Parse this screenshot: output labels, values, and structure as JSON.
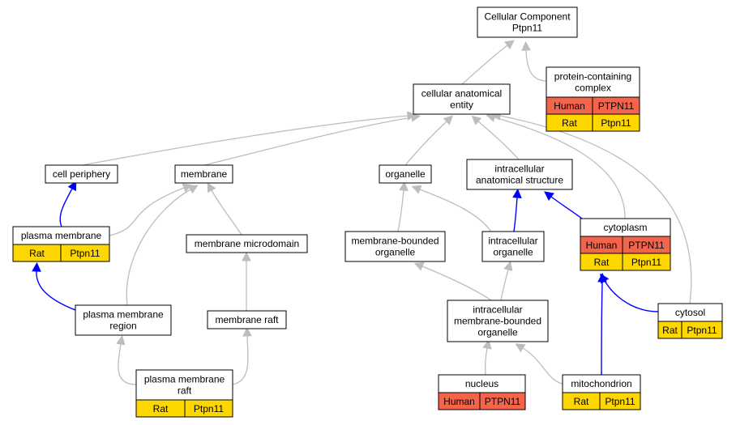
{
  "colors": {
    "human": "#f4644b",
    "rat": "#ffd700",
    "is_a_edge": "#bdbdbd",
    "part_of_edge": "#0000ff"
  },
  "nodes": {
    "root": {
      "lines": [
        "Cellular Component",
        "Ptpn11"
      ]
    },
    "protein_complex": {
      "lines": [
        "protein-containing",
        "complex"
      ],
      "annotations": [
        {
          "species": "Human",
          "gene": "PTPN11"
        },
        {
          "species": "Rat",
          "gene": "Ptpn11"
        }
      ]
    },
    "cae": {
      "lines": [
        "cellular anatomical",
        "entity"
      ]
    },
    "cell_periphery": {
      "lines": [
        "cell periphery"
      ]
    },
    "membrane": {
      "lines": [
        "membrane"
      ]
    },
    "organelle": {
      "lines": [
        "organelle"
      ]
    },
    "ias": {
      "lines": [
        "intracellular",
        "anatomical structure"
      ]
    },
    "plasma_membrane": {
      "lines": [
        "plasma membrane"
      ],
      "annotations": [
        {
          "species": "Rat",
          "gene": "Ptpn11"
        }
      ]
    },
    "membrane_microdomain": {
      "lines": [
        "membrane microdomain"
      ]
    },
    "mbo": {
      "lines": [
        "membrane-bounded",
        "organelle"
      ]
    },
    "io": {
      "lines": [
        "intracellular",
        "organelle"
      ]
    },
    "cytoplasm": {
      "lines": [
        "cytoplasm"
      ],
      "annotations": [
        {
          "species": "Human",
          "gene": "PTPN11"
        },
        {
          "species": "Rat",
          "gene": "Ptpn11"
        }
      ]
    },
    "pmr": {
      "lines": [
        "plasma membrane",
        "region"
      ]
    },
    "membrane_raft": {
      "lines": [
        "membrane raft"
      ]
    },
    "imbo": {
      "lines": [
        "intracellular",
        "membrane-bounded",
        "organelle"
      ]
    },
    "cytosol": {
      "lines": [
        "cytosol"
      ],
      "annotations": [
        {
          "species": "Rat",
          "gene": "Ptpn11"
        }
      ]
    },
    "pmraft": {
      "lines": [
        "plasma membrane",
        "raft"
      ],
      "annotations": [
        {
          "species": "Rat",
          "gene": "Ptpn11"
        }
      ]
    },
    "nucleus": {
      "lines": [
        "nucleus"
      ],
      "annotations": [
        {
          "species": "Human",
          "gene": "PTPN11"
        }
      ]
    },
    "mitochondrion": {
      "lines": [
        "mitochondrion"
      ],
      "annotations": [
        {
          "species": "Rat",
          "gene": "Ptpn11"
        }
      ]
    }
  },
  "edges": [
    {
      "from": "protein_complex",
      "to": "root",
      "type": "is_a"
    },
    {
      "from": "cae",
      "to": "root",
      "type": "is_a"
    },
    {
      "from": "cell_periphery",
      "to": "cae",
      "type": "is_a"
    },
    {
      "from": "membrane",
      "to": "cae",
      "type": "is_a"
    },
    {
      "from": "organelle",
      "to": "cae",
      "type": "is_a"
    },
    {
      "from": "ias",
      "to": "cae",
      "type": "is_a"
    },
    {
      "from": "cytoplasm",
      "to": "cae",
      "type": "is_a"
    },
    {
      "from": "cytosol",
      "to": "cae",
      "type": "is_a"
    },
    {
      "from": "plasma_membrane",
      "to": "cell_periphery",
      "type": "part_of"
    },
    {
      "from": "plasma_membrane",
      "to": "membrane",
      "type": "is_a"
    },
    {
      "from": "pmr",
      "to": "membrane",
      "type": "is_a"
    },
    {
      "from": "membrane_microdomain",
      "to": "membrane",
      "type": "is_a"
    },
    {
      "from": "mbo",
      "to": "organelle",
      "type": "is_a"
    },
    {
      "from": "io",
      "to": "organelle",
      "type": "is_a"
    },
    {
      "from": "io",
      "to": "ias",
      "type": "part_of"
    },
    {
      "from": "cytoplasm",
      "to": "ias",
      "type": "part_of"
    },
    {
      "from": "pmr",
      "to": "plasma_membrane",
      "type": "part_of"
    },
    {
      "from": "membrane_raft",
      "to": "membrane_microdomain",
      "type": "is_a"
    },
    {
      "from": "imbo",
      "to": "mbo",
      "type": "is_a"
    },
    {
      "from": "imbo",
      "to": "io",
      "type": "is_a"
    },
    {
      "from": "cytosol",
      "to": "cytoplasm",
      "type": "part_of"
    },
    {
      "from": "mitochondrion",
      "to": "cytoplasm",
      "type": "part_of"
    },
    {
      "from": "pmraft",
      "to": "pmr",
      "type": "is_a"
    },
    {
      "from": "pmraft",
      "to": "membrane_raft",
      "type": "is_a"
    },
    {
      "from": "nucleus",
      "to": "imbo",
      "type": "is_a"
    },
    {
      "from": "mitochondrion",
      "to": "imbo",
      "type": "is_a"
    }
  ]
}
